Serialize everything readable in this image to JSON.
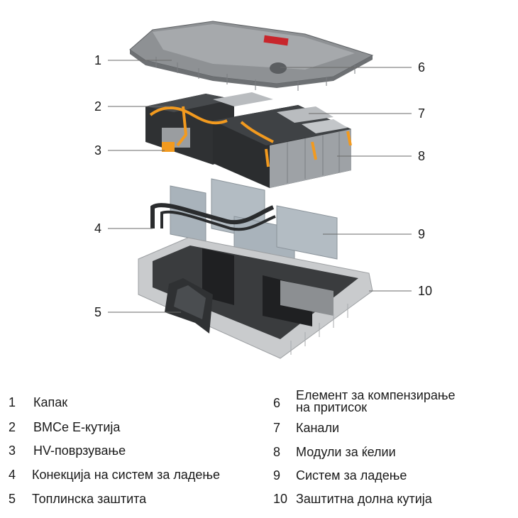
{
  "callouts": {
    "left": [
      "1",
      "2",
      "3",
      "4",
      "5"
    ],
    "right": [
      "6",
      "7",
      "8",
      "9",
      "10"
    ]
  },
  "legend": {
    "items": [
      {
        "num": "1",
        "text": "Капак"
      },
      {
        "num": "2",
        "text": "BMCe E-кутија"
      },
      {
        "num": "3",
        "text": "HV-поврзување"
      },
      {
        "num": "4",
        "text": "Конекција на систем за ладење"
      },
      {
        "num": "5",
        "text": "Топлинска заштита"
      },
      {
        "num": "6",
        "text_line1": "Елемент за компензирање",
        "text_line2": "на притисок"
      },
      {
        "num": "7",
        "text": "Канали"
      },
      {
        "num": "8",
        "text": "Модули за ќелии"
      },
      {
        "num": "9",
        "text": "Систем за ладење"
      },
      {
        "num": "10",
        "text": "Заштитна долна кутија"
      }
    ]
  },
  "colors": {
    "cover": "#8e9194",
    "module_dark": "#2f3133",
    "module_plate": "#b9bcbf",
    "orange_wiring": "#f29a1f",
    "cooling_plate": "#a9b3bb",
    "tray": "#c9cbcd",
    "leader_line": "#6a6a6a"
  }
}
